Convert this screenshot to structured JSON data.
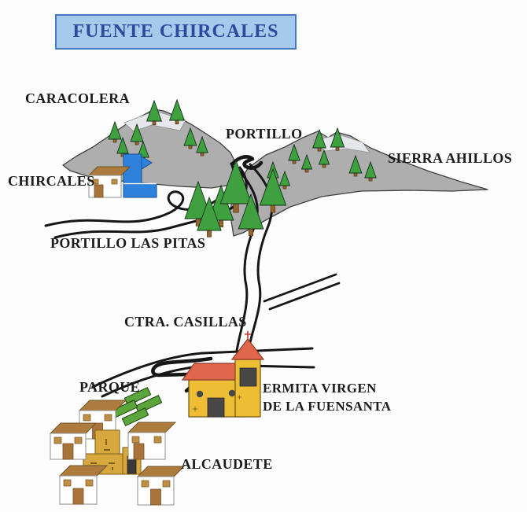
{
  "title": "FUENTE CHIRCALES",
  "labels": {
    "caracolera": "CARACOLERA",
    "portillo": "PORTILLO",
    "sierra_ahillos": "SIERRA AHILLOS",
    "chircales": "CHIRCALES",
    "portillo_las_pitas": "PORTILLO LAS PITAS",
    "ctra_casillas": "CTRA. CASILLAS",
    "parque": "PARQUE",
    "ermita_line1": "ERMITA VIRGEN",
    "ermita_line2": "DE LA FUENSANTA",
    "alcaudete": "ALCAUDETE"
  },
  "colors": {
    "title_bg": "#a6caec",
    "title_border": "#4a78be",
    "title_text": "#2a4a9e",
    "mountain": "#aeaeae",
    "mountain_snow": "#e6e7ea",
    "tree_green": "#3fa03f",
    "trunk_brown": "#96652f",
    "road_black": "#161616",
    "fuente_blue": "#2e82dc",
    "church_wall": "#edbe33",
    "church_roof": "#e0674b",
    "castle_gold": "#d6a83e",
    "house_wall": "#ffffff",
    "house_roof": "#ac7b3d",
    "house_door": "#a9743b",
    "parque_green": "#5ca43c"
  },
  "map": {
    "trees_mountain": [
      [
        196,
        128,
        26
      ],
      [
        225,
        127,
        26
      ],
      [
        146,
        155,
        22
      ],
      [
        174,
        158,
        22
      ],
      [
        156,
        175,
        20
      ],
      [
        182,
        180,
        20
      ],
      [
        242,
        163,
        22
      ],
      [
        257,
        174,
        20
      ],
      [
        406,
        165,
        23
      ],
      [
        429,
        163,
        24
      ],
      [
        374,
        184,
        20
      ],
      [
        390,
        197,
        18
      ],
      [
        412,
        191,
        18
      ],
      [
        452,
        198,
        22
      ],
      [
        471,
        206,
        20
      ],
      [
        347,
        206,
        20
      ],
      [
        362,
        218,
        18
      ]
    ],
    "trees_foreground": [
      [
        252,
        231,
        47
      ],
      [
        281,
        236,
        44
      ],
      [
        300,
        204,
        55
      ],
      [
        347,
        215,
        46
      ],
      [
        266,
        251,
        42
      ],
      [
        319,
        247,
        44
      ]
    ],
    "houses": [
      [
        101,
        509,
        46,
        36,
        "back",
        "c"
      ],
      [
        64,
        538,
        45,
        33,
        "front",
        "c"
      ],
      [
        163,
        537,
        47,
        34,
        "front",
        "l"
      ],
      [
        76,
        592,
        47,
        36,
        "front",
        "c"
      ],
      [
        175,
        593,
        46,
        36,
        "front",
        "c"
      ],
      [
        113,
        212,
        41,
        28,
        "front",
        "l"
      ]
    ],
    "plots": [
      [
        175,
        504
      ],
      [
        189,
        514
      ],
      [
        158,
        520
      ],
      [
        172,
        530
      ]
    ]
  }
}
